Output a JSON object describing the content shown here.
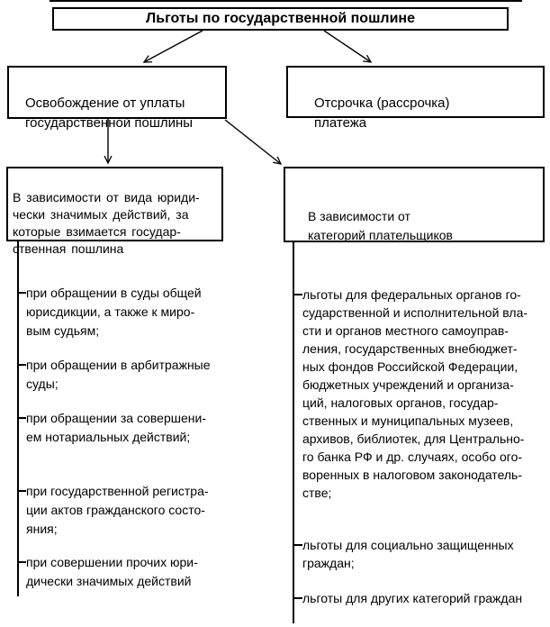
{
  "diagram": {
    "title": "Льготы по государственной пошлине",
    "colors": {
      "line": "#000000",
      "background": "#ffffff",
      "text": "#000000"
    },
    "branches": {
      "exemption": {
        "label": "Освобождение от уплаты\nгосударственной пошлины"
      },
      "deferral": {
        "label": "Отсрочка (рассрочка)\nплатежа"
      }
    },
    "criteria_left": {
      "label": "В зависимости от вида юриди-\nчески значимых действий, за\nкоторые взимается государ-\nственная пошлина",
      "items": [
        "при обращении в суды общей\nюрисдикции, а также к миро-\nвым судьям;",
        "при обращении в арбитражные\nсуды;",
        "при обращении за совершени-\nем нотариальных действий;",
        "при государственной регистра-\nции актов гражданского состо-\nяния;",
        "при совершении прочих юри-\nдически значимых действий"
      ]
    },
    "criteria_right": {
      "label": "В зависимости от\nкатегорий плательщиков",
      "items": [
        "льготы для федеральных органов го-\nсударственной и исполнительной вла-\nсти и органов местного самоуправ-\nления, государственных внебюджет-\nных фондов Российской Федерации,\nбюджетных учреждений и организа-\nций, налоговых органов, государ-\nственных и муниципальных музеев,\nархивов, библиотек, для Центрально-\nго банка РФ и др. случаях, особо ого-\nворенных в налоговом законодатель-\nстве;",
        "льготы для социально защищенных\nграждан;",
        "льготы для других категорий граждан"
      ]
    }
  }
}
